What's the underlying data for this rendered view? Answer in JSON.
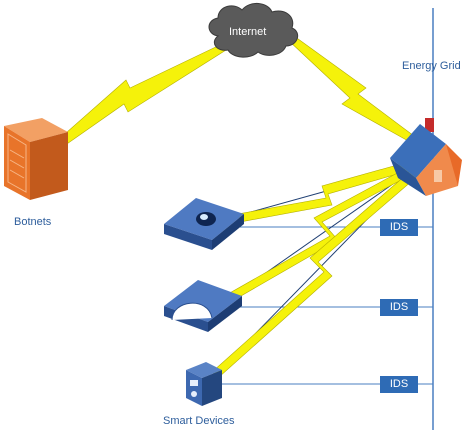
{
  "labels": {
    "internet": "Internet",
    "energy_grid": "Energy Grid",
    "botnets": "Botnets",
    "smart_devices": "Smart Devices",
    "ids": [
      "IDS",
      "IDS",
      "IDS"
    ]
  },
  "colors": {
    "label_text": "#2e5e9c",
    "grid_line": "#4a7fc1",
    "ids_box": "#2e6bb5",
    "lightning": "#f5f20a",
    "cloud": "#5a5a5a",
    "botnet_orange": "#e8742a",
    "house_wall": "#e86a28",
    "house_roof": "#3b6fba",
    "device_blue": "#3d68b0"
  },
  "icons": [
    "cloud-icon",
    "server-rack-icon",
    "house-icon",
    "sensor-device-icon",
    "router-device-icon",
    "camera-device-icon",
    "lightning-bolt-icon"
  ]
}
